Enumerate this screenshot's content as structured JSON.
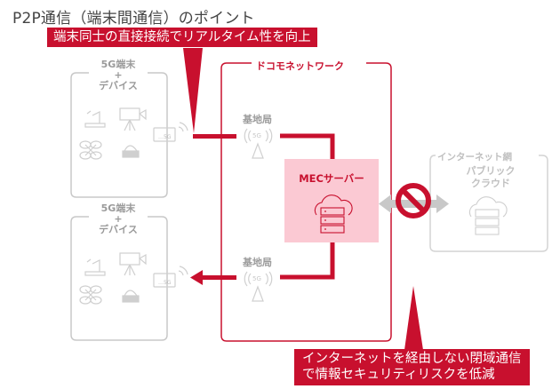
{
  "title": "P2P通信（端末間通信）のポイント",
  "callouts": {
    "top": "端末同士の直接接続でリアルタイム性を向上",
    "bottom_line1": "インターネットを経由しない閉域通信",
    "bottom_line2": "で情報セキュリティリスクを低減"
  },
  "devices": [
    {
      "label_line1": "5G端末",
      "label_line2": "+",
      "label_line3": "デバイス",
      "module_text": "…5G"
    },
    {
      "label_line1": "5G端末",
      "label_line2": "+",
      "label_line3": "デバイス",
      "module_text": "…5G"
    }
  ],
  "docomo_network": {
    "label": "ドコモネットワーク",
    "base_station_top": "基地局",
    "base_station_bottom": "基地局",
    "antenna_text": "5G",
    "mec_server": "MECサーバー"
  },
  "internet": {
    "label": "インターネット網",
    "cloud_line1": "パブリック",
    "cloud_line2": "クラウド"
  },
  "icons": [
    "robot-arm-icon",
    "video-camera-icon",
    "drone-icon",
    "vr-headset-icon",
    "5g-module-icon",
    "wifi-signal-icon",
    "antenna-tower-icon",
    "cloud-server-icon",
    "prohibited-icon",
    "double-arrow-icon",
    "left-arrow-icon"
  ],
  "colors": {
    "accent_red": "#c8102e",
    "mec_pink": "#fbc9d3",
    "gray_outline": "#c8c8c8",
    "arrow_gray": "#c0c0c0"
  }
}
